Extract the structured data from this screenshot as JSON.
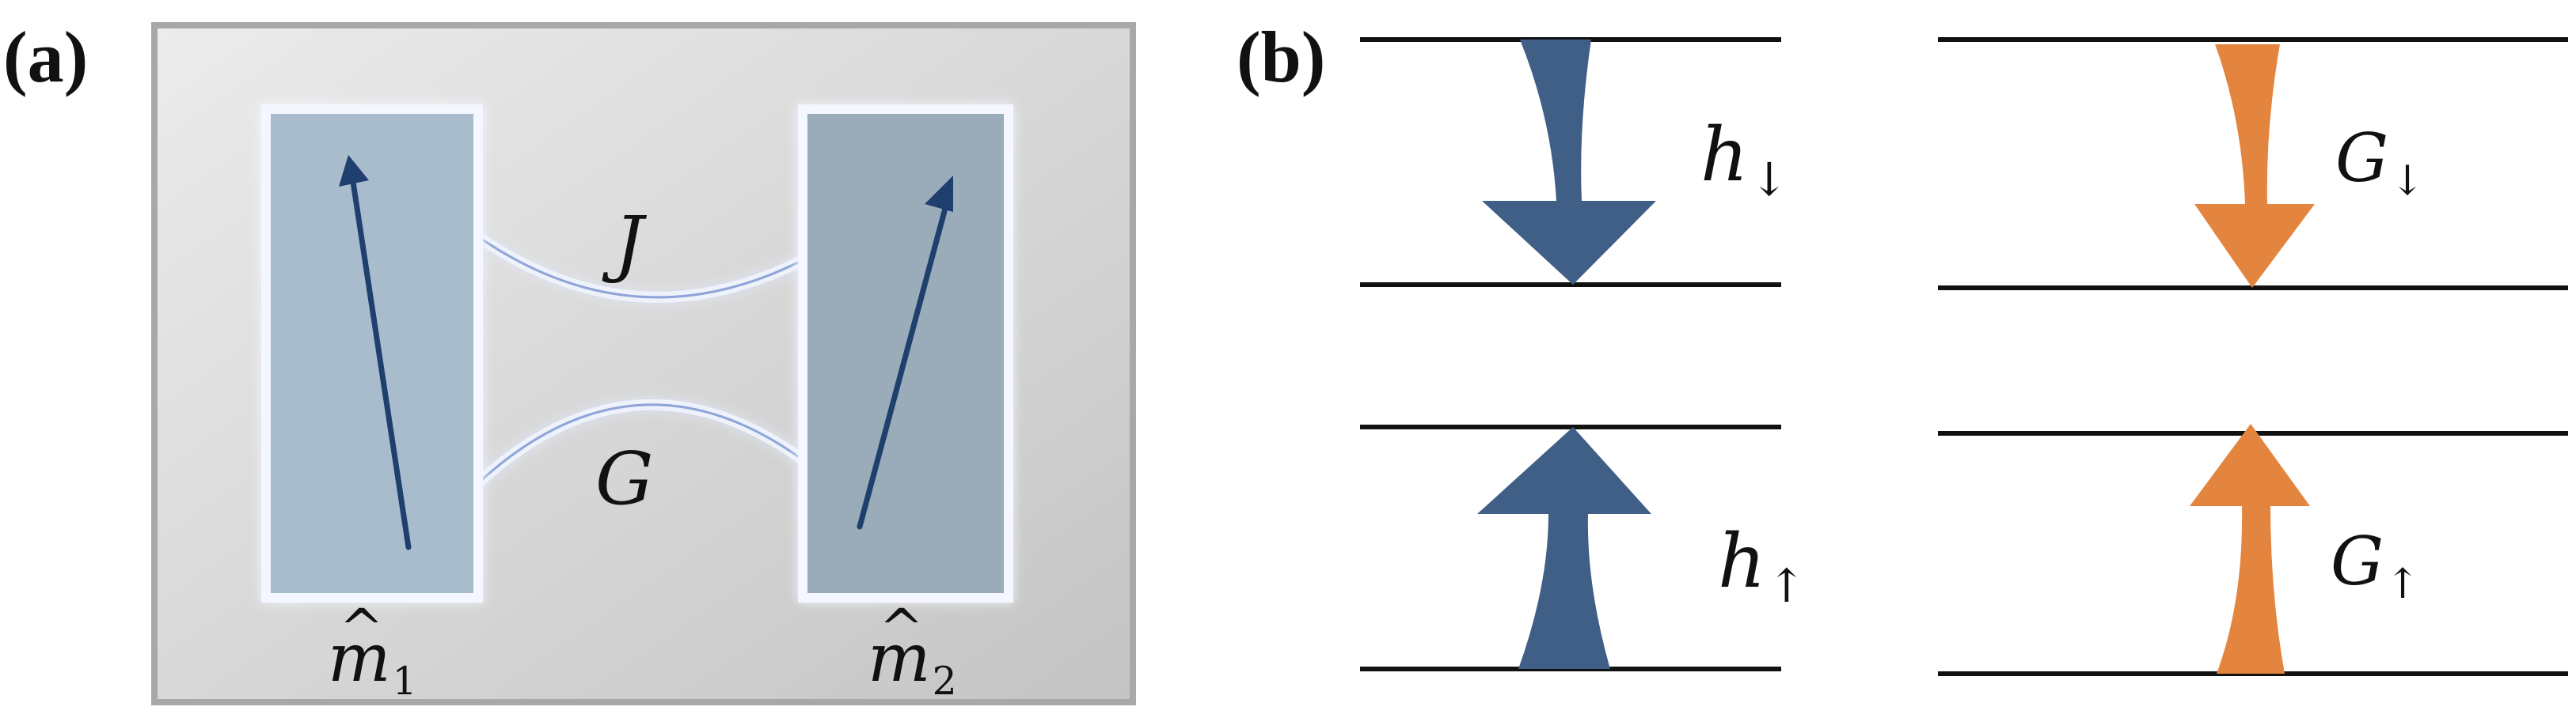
{
  "panels": {
    "a": {
      "label": "(a)",
      "coupling_top": "J",
      "coupling_bottom": "G",
      "magnet_1": {
        "symbol": "m",
        "subscript": "1",
        "hat": "^"
      },
      "magnet_2": {
        "symbol": "m",
        "subscript": "2",
        "hat": "^"
      }
    },
    "b": {
      "label": "(b)",
      "h_down": {
        "symbol": "h",
        "arrow": "↓"
      },
      "h_up": {
        "symbol": "h",
        "arrow": "↑"
      },
      "g_down": {
        "symbol": "G",
        "arrow": "↓"
      },
      "g_up": {
        "symbol": "G",
        "arrow": "↑"
      }
    }
  },
  "colors": {
    "blue_arrow": "#3f5f86",
    "orange_arrow": "#e4853f",
    "magnet_fill_left": "#a9bccb",
    "magnet_fill_right": "#9aabb9",
    "panel_background": "#d6d6d6",
    "spin_arrow": "#1f3f6f",
    "level_line": "#111111"
  }
}
